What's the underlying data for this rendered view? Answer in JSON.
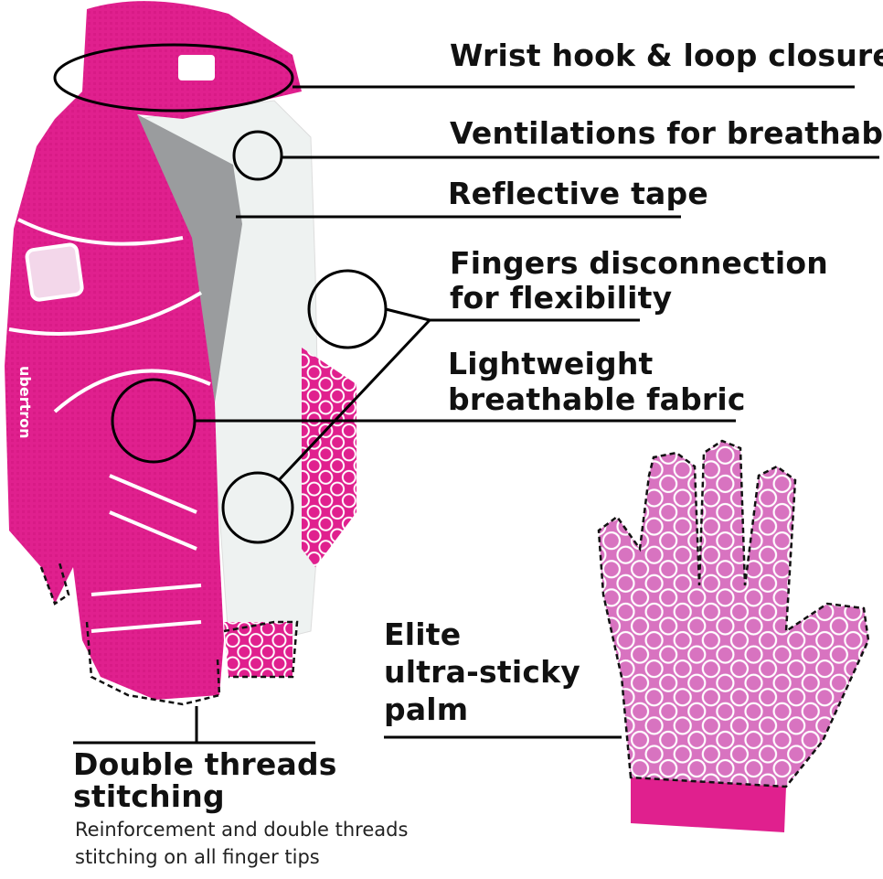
{
  "features": {
    "wrist": "Wrist hook & loop closure",
    "ventilation": "Ventilations for breathable",
    "reflective": "Reflective tape",
    "fingers_line1": "Fingers disconnection",
    "fingers_line2": "for flexibility",
    "fabric_line1": "Lightweight",
    "fabric_line2": "breathable fabric",
    "palm_line1": "Elite",
    "palm_line2": "ultra-sticky",
    "palm_line3": "palm",
    "stitch_line1": "Double threads",
    "stitch_line2": "stitching",
    "stitch_desc_line1": "Reinforcement and double threads",
    "stitch_desc_line2": "stitching on all finger tips"
  },
  "brand": "ubertron",
  "colors": {
    "glove_pink": "#e0208e",
    "palm_pink": "#d873c0",
    "leather_white": "#eef2f1",
    "reflective_gray": "#9a9c9e",
    "line": "#000000"
  }
}
